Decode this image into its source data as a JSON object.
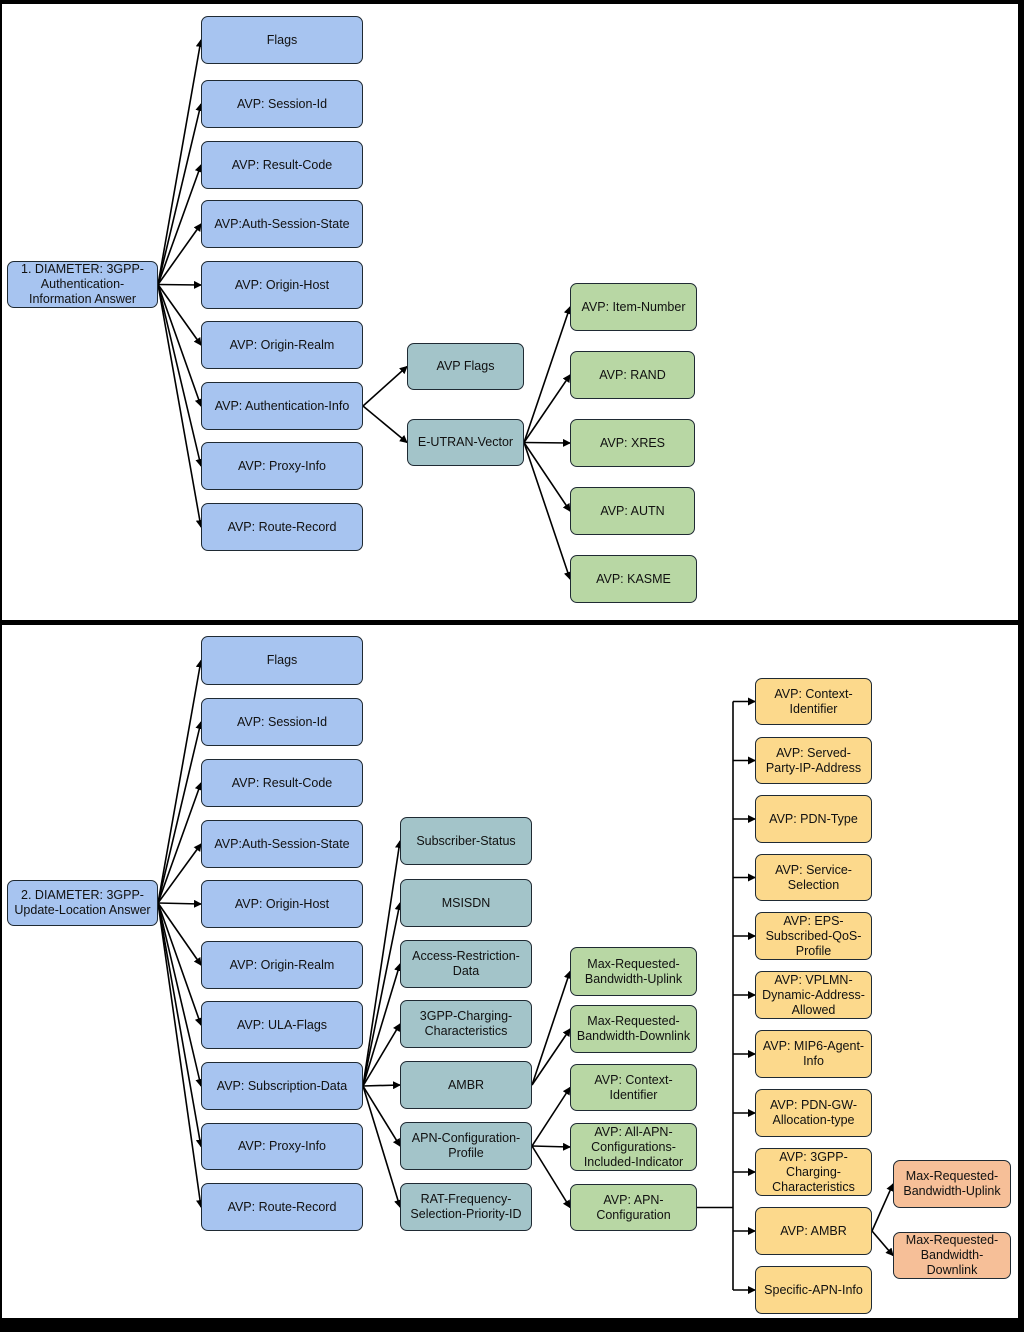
{
  "colors": {
    "blue": "#a7c4f0",
    "slate": "#a3c4c9",
    "green": "#b8d7a4",
    "yellow": "#fcd98c",
    "orange": "#f6bf98",
    "stroke": "#1f2a33",
    "frame": "#000000"
  },
  "diagram1": {
    "root": "1. DIAMETER: 3GPP-Authentication-Information Answer",
    "avps": [
      "Flags",
      "AVP: Session-Id",
      "AVP: Result-Code",
      "AVP:Auth-Session-State",
      "AVP: Origin-Host",
      "AVP: Origin-Realm",
      "AVP: Authentication-Info",
      "AVP: Proxy-Info",
      "AVP: Route-Record"
    ],
    "auth_info_children": [
      "AVP Flags",
      "E-UTRAN-Vector"
    ],
    "vector_children": [
      "AVP: Item-Number",
      "AVP: RAND",
      "AVP: XRES",
      "AVP: AUTN",
      "AVP: KASME"
    ]
  },
  "diagram2": {
    "root": "2. DIAMETER: 3GPP-Update-Location Answer",
    "avps": [
      "Flags",
      "AVP: Session-Id",
      "AVP: Result-Code",
      "AVP:Auth-Session-State",
      "AVP: Origin-Host",
      "AVP: Origin-Realm",
      "AVP: ULA-Flags",
      "AVP: Subscription-Data",
      "AVP: Proxy-Info",
      "AVP: Route-Record"
    ],
    "subscription_children": [
      "Subscriber-Status",
      "MSISDN",
      "Access-Restriction-Data",
      "3GPP-Charging-Characteristics",
      "AMBR",
      "APN-Configuration-Profile",
      "RAT-Frequency-Selection-Priority-ID"
    ],
    "ambr_children": [
      "Max-Requested-Bandwidth-Uplink",
      "Max-Requested-Bandwidth-Downlink"
    ],
    "apn_profile_children": [
      "AVP: Context-Identifier",
      "AVP: All-APN-Configurations-Included-Indicator",
      "AVP: APN-Configuration"
    ],
    "apn_config_children": [
      "AVP: Context-Identifier",
      "AVP: Served-Party-IP-Address",
      "AVP: PDN-Type",
      "AVP: Service-Selection",
      "AVP: EPS-Subscribed-QoS-Profile",
      "AVP: VPLMN-Dynamic-Address-Allowed",
      "AVP: MIP6-Agent-Info",
      "AVP: PDN-GW-Allocation-type",
      "AVP: 3GPP-Charging-Characteristics",
      "AVP: AMBR",
      "Specific-APN-Info"
    ],
    "apn_ambr_children": [
      "Max-Requested-Bandwidth-Uplink",
      "Max-Requested-Bandwidth-Downlink"
    ]
  }
}
